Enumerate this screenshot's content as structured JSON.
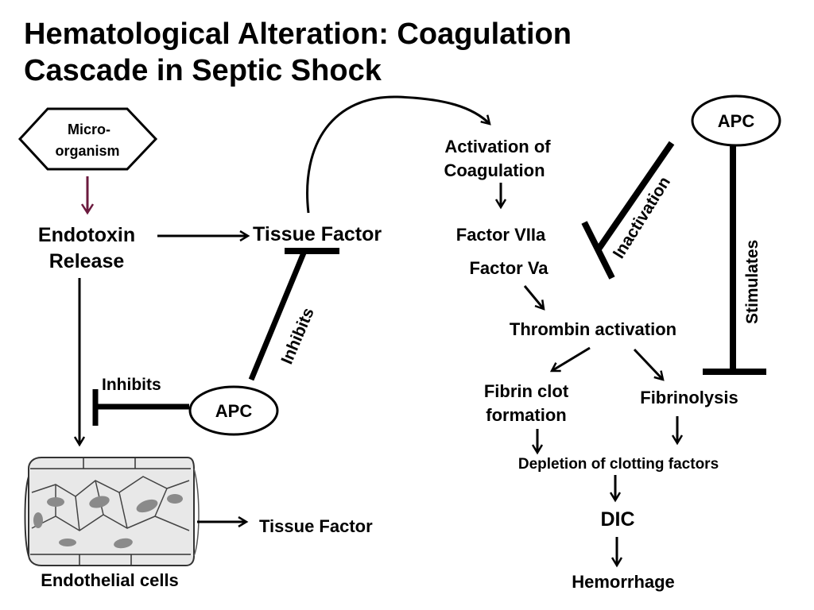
{
  "title": "Hematological Alteration: Coagulation Cascade in Septic Shock",
  "nodes": {
    "microorganism": [
      "Micro-",
      "organism"
    ],
    "endotoxin_release": [
      "Endotoxin",
      "Release"
    ],
    "tissue_factor_top": "Tissue Factor",
    "apc_left": "APC",
    "inhibits_left": "Inhibits",
    "inhibits_diagonal": "Inhibits",
    "endothelial_cells": "Endothelial cells",
    "tissue_factor_bottom": "Tissue Factor",
    "activation_of_coagulation": [
      "Activation of",
      "Coagulation"
    ],
    "factor_viia": "Factor VIIa",
    "factor_va": "Factor Va",
    "apc_right": "APC",
    "inactivation": "Inactivation",
    "stimulates": "Stimulates",
    "thrombin_activation": "Thrombin activation",
    "fibrin_clot_formation": [
      "Fibrin clot",
      "formation"
    ],
    "fibrinolysis": "Fibrinolysis",
    "depletion_of_clotting_factors": "Depletion of clotting factors",
    "dic": "DIC",
    "hemorrhage": "Hemorrhage"
  },
  "colors": {
    "text": "#000000",
    "microorganism_arrow": "#6b1a3e",
    "cell_fill": "#e8e8e8",
    "nucleus_fill": "#8a8a8a"
  }
}
